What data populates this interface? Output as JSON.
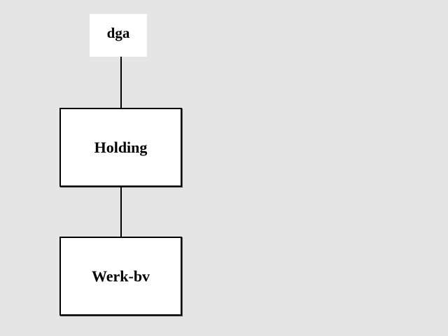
{
  "diagram": {
    "nodes": [
      {
        "id": "dga",
        "label": "dga"
      },
      {
        "id": "holding",
        "label": "Holding"
      },
      {
        "id": "werk-bv",
        "label": "Werk-bv"
      }
    ],
    "edges": [
      {
        "from": "dga",
        "to": "holding"
      },
      {
        "from": "holding",
        "to": "werk-bv"
      }
    ],
    "colors": {
      "background": "#e5e5e5",
      "node_fill": "#ffffff",
      "stroke": "#000000"
    }
  }
}
